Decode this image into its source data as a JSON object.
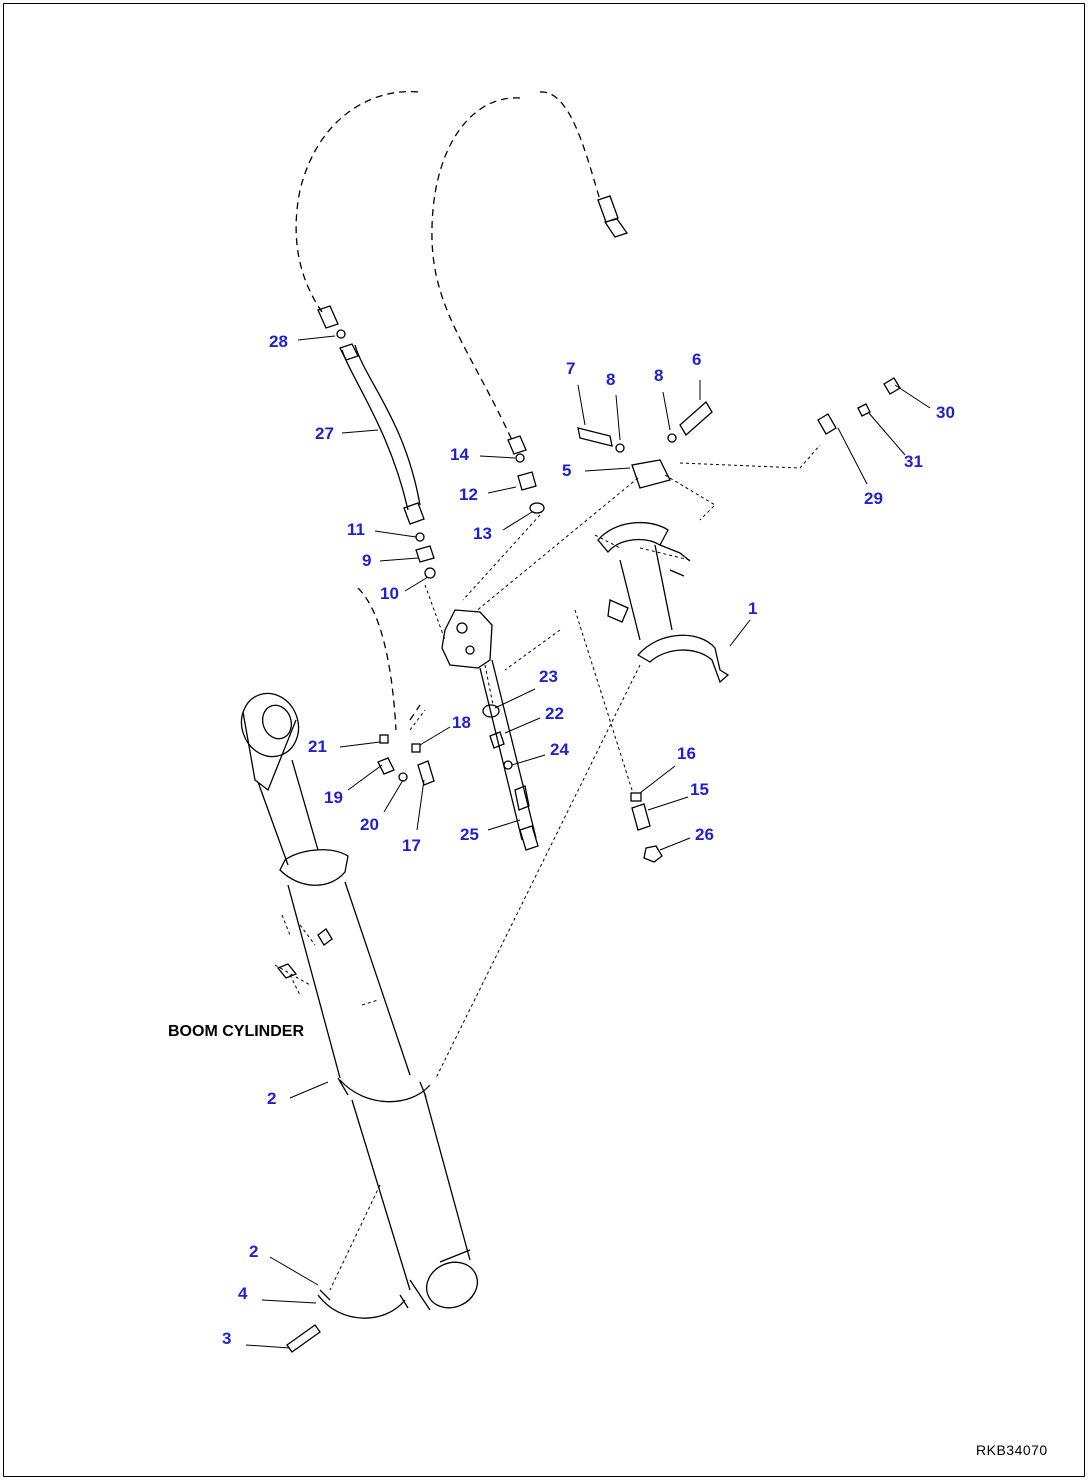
{
  "diagram": {
    "label": "BOOM CYLINDER",
    "drawing_code": "RKB34070",
    "callout_color": "#1f1fd6",
    "callouts": [
      {
        "id": "c1",
        "text": "1"
      },
      {
        "id": "c2a",
        "text": "2"
      },
      {
        "id": "c2b",
        "text": "2"
      },
      {
        "id": "c3",
        "text": "3"
      },
      {
        "id": "c4",
        "text": "4"
      },
      {
        "id": "c5",
        "text": "5"
      },
      {
        "id": "c6",
        "text": "6"
      },
      {
        "id": "c7",
        "text": "7"
      },
      {
        "id": "c8a",
        "text": "8"
      },
      {
        "id": "c8b",
        "text": "8"
      },
      {
        "id": "c9",
        "text": "9"
      },
      {
        "id": "c10",
        "text": "10"
      },
      {
        "id": "c11",
        "text": "11"
      },
      {
        "id": "c12",
        "text": "12"
      },
      {
        "id": "c13",
        "text": "13"
      },
      {
        "id": "c14",
        "text": "14"
      },
      {
        "id": "c15",
        "text": "15"
      },
      {
        "id": "c16",
        "text": "16"
      },
      {
        "id": "c17",
        "text": "17"
      },
      {
        "id": "c18",
        "text": "18"
      },
      {
        "id": "c19",
        "text": "19"
      },
      {
        "id": "c20",
        "text": "20"
      },
      {
        "id": "c21",
        "text": "21"
      },
      {
        "id": "c22",
        "text": "22"
      },
      {
        "id": "c23",
        "text": "23"
      },
      {
        "id": "c24",
        "text": "24"
      },
      {
        "id": "c25",
        "text": "25"
      },
      {
        "id": "c26",
        "text": "26"
      },
      {
        "id": "c27",
        "text": "27"
      },
      {
        "id": "c28",
        "text": "28"
      },
      {
        "id": "c29",
        "text": "29"
      },
      {
        "id": "c30",
        "text": "30"
      },
      {
        "id": "c31",
        "text": "31"
      }
    ]
  }
}
